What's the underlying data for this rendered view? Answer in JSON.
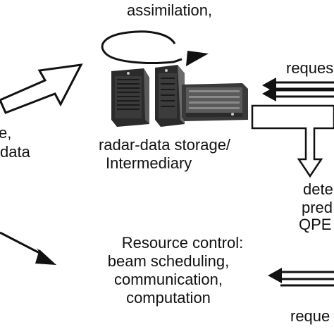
{
  "labels": {
    "top_left_partial": "e,",
    "data_partial": "data",
    "assimilation": "assimilation,",
    "storage_line1": "radar-data storage/",
    "storage_line2": "Intermediary",
    "request_top_partial": "reques",
    "detect_partial": "dete",
    "pred_partial": "pred",
    "qpe_partial": "QPE",
    "resource_line1": "Resource control:",
    "resource_line2": "beam scheduling,",
    "resource_line3": "communication,",
    "resource_line4": "computation",
    "request_bottom_partial": "reque"
  },
  "colors": {
    "ink": "#111111",
    "server_dark": "#2b2b2b",
    "server_mid": "#5a5a5a",
    "server_light": "#8a8a8a",
    "led": "#c9c9c9"
  }
}
